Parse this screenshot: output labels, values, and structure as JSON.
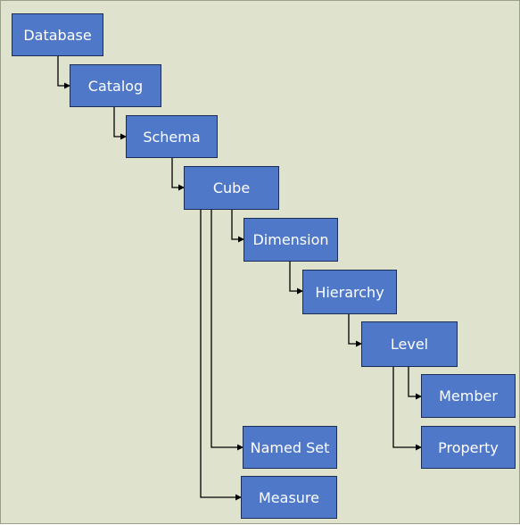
{
  "diagram": {
    "nodes": {
      "database": "Database",
      "catalog": "Catalog",
      "schema": "Schema",
      "cube": "Cube",
      "dimension": "Dimension",
      "hierarchy": "Hierarchy",
      "level": "Level",
      "member": "Member",
      "property": "Property",
      "named_set": "Named Set",
      "measure": "Measure"
    }
  },
  "colors": {
    "background": "#dfe2cc",
    "node_fill": "#4f78c8",
    "node_border": "#1a2d55",
    "node_text": "#ffffff",
    "connector": "#000000"
  }
}
